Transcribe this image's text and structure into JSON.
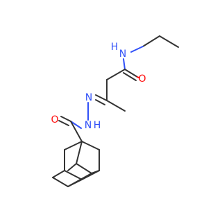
{
  "molecule": {
    "atoms": {
      "amide_nh": "N",
      "amide_h": "H",
      "amide_o": "O",
      "hydrazone_n": "N",
      "hydrazide_nh": "N",
      "hydrazide_h": "H",
      "carbonyl_o": "O"
    },
    "colors": {
      "carbon_bond": "#333333",
      "nitrogen": "#3050F8",
      "oxygen": "#FF0D0D"
    }
  }
}
